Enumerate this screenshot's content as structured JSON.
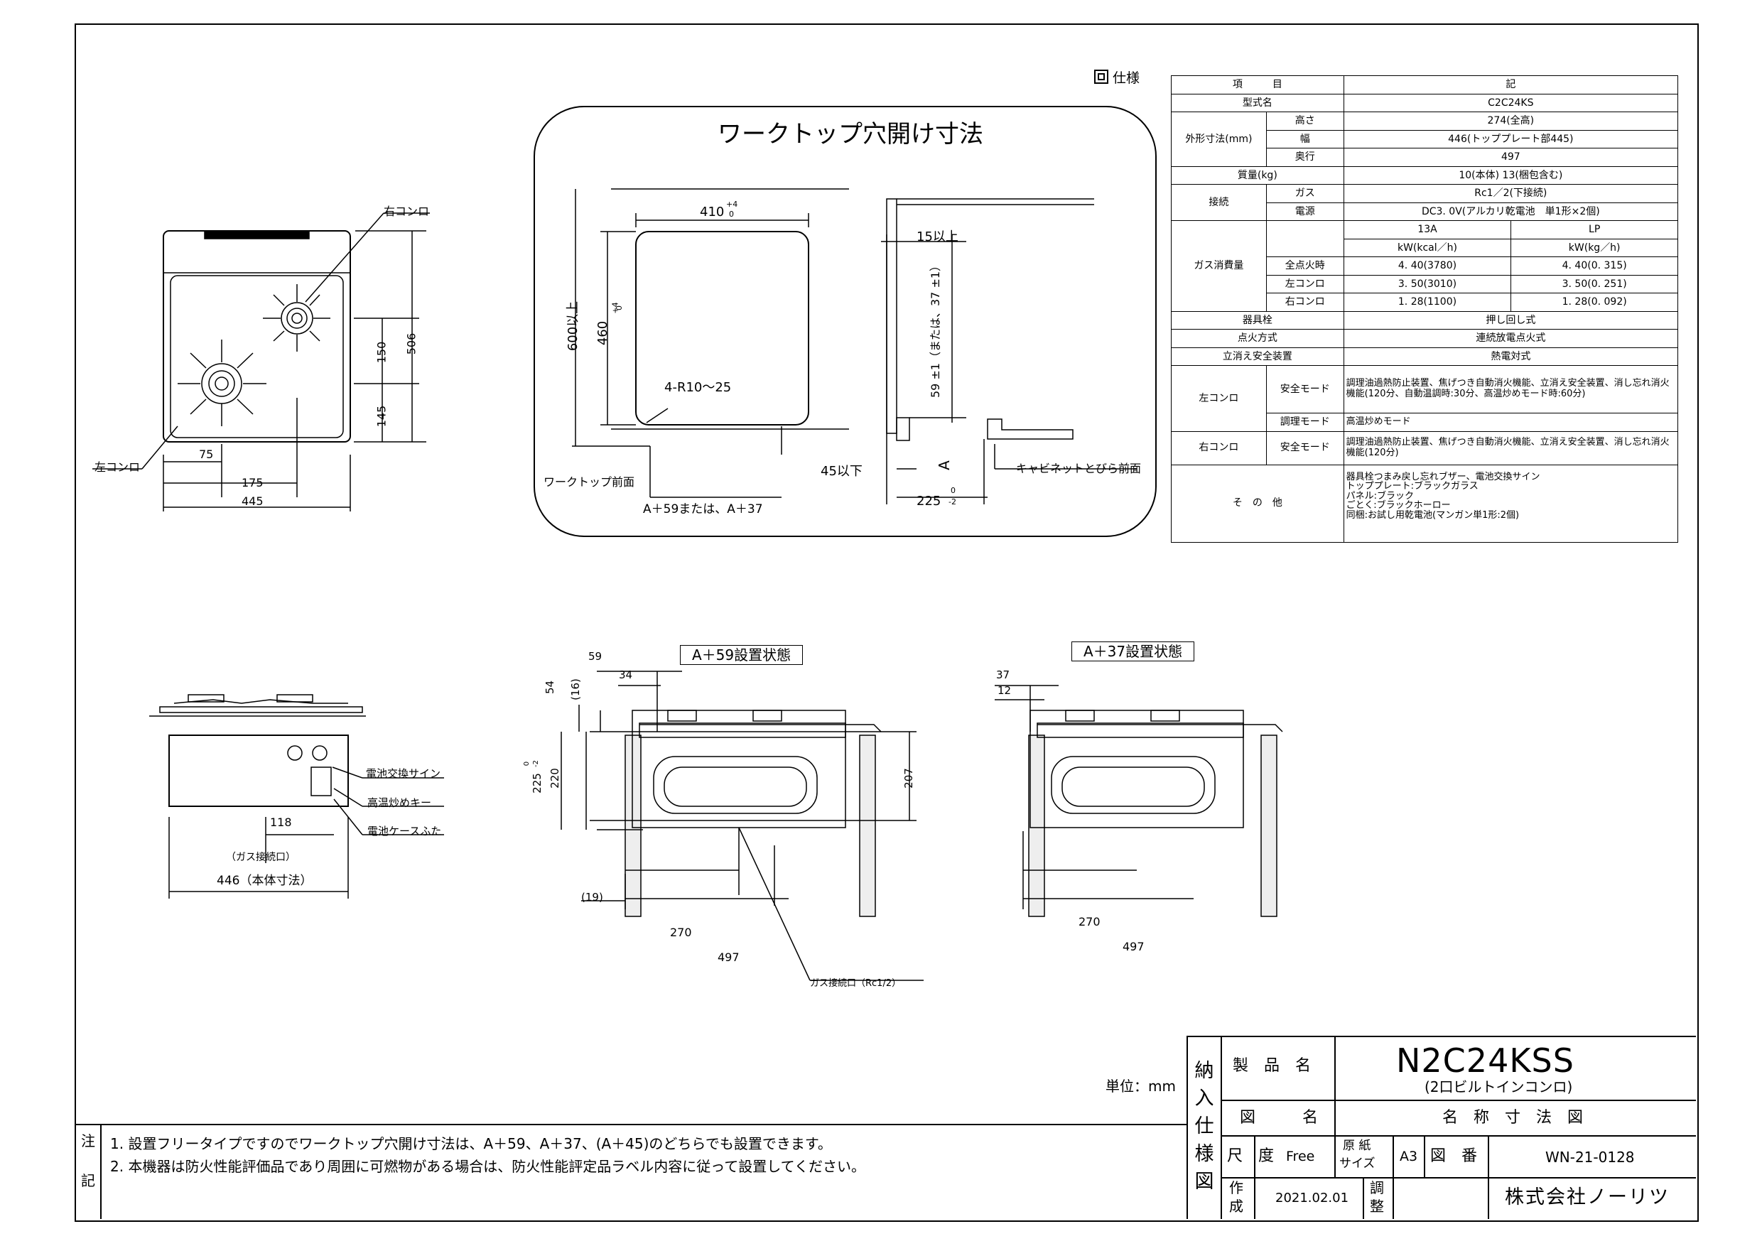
{
  "workhole": {
    "title": "ワークトップ穴開け寸法",
    "dims": {
      "w410": "410",
      "w410_tol_plus": "+4",
      "w410_tol_zero": "0",
      "h600": "600以上",
      "h460": "460",
      "h460_tol_plus": "+4",
      "h460_tol_zero": "0",
      "radius": "4-R10～25",
      "over15": "15以上",
      "side59": "59 ±1（または、37 ±1）",
      "a_mark": "A",
      "under45": "45以下",
      "w225": "225",
      "w225_tol_plus": "0",
      "w225_tol_minus": "-2",
      "front_label": "ワークトップ前面",
      "a_formula": "A＋59または、A＋37",
      "cabinet_label": "キャビネットとびら前面"
    }
  },
  "top_view": {
    "right_burner": "右コンロ",
    "left_burner": "左コンロ",
    "d75": "75",
    "d175": "175",
    "d445": "445",
    "d150": "150",
    "d145": "145",
    "d506": "506"
  },
  "front_view": {
    "battery_sign": "電池交換サイン",
    "high_temp_key": "高温炒めキー",
    "battery_cover": "電池ケースふた",
    "d118": "118",
    "gas_port": "（ガス接続口）",
    "body_size": "446（本体寸法）"
  },
  "side59": {
    "title": "A＋59設置状態",
    "d59": "59",
    "d34": "34",
    "d54": "54",
    "d16": "(16)",
    "d225": "225",
    "d225_tol_plus": "0",
    "d225_tol_minus": "-2",
    "d220": "220",
    "d207": "207",
    "d19": "(19)",
    "d270": "270",
    "d497": "497",
    "gas_port": "ガス接続口（Rc1/2）"
  },
  "side37": {
    "title": "A＋37設置状態",
    "d37": "37",
    "d12": "12",
    "d270": "270",
    "d497": "497"
  },
  "spec": {
    "header": "仕様",
    "col_item": "項　　　目",
    "col_note": "記",
    "rows": {
      "model_label": "型式名",
      "model": "C2C24KS",
      "outer_label": "外形寸法(mm)",
      "h_label": "高さ",
      "h": "274(全高)",
      "w_label": "幅",
      "w": "446(トッププレート部445)",
      "d_label": "奥行",
      "d": "497",
      "mass_label": "質量(kg)",
      "mass": "10(本体)  13(梱包含む)",
      "conn_label": "接続",
      "gas_label": "ガス",
      "gas": "Rc1／2(下接続)",
      "power_label": "電源",
      "power": "DC3. 0V(アルカリ乾電池　単1形×2個)",
      "consump_label": "ガス消費量",
      "c13a": "13A",
      "clp": "LP",
      "u13a": "kW(kcal／h)",
      "ulp": "kW(kg／h)",
      "all_label": "全点火時",
      "all13a": "4. 40(3780)",
      "alllp": "4. 40(0. 315)",
      "left_label": "左コンロ",
      "left13a": "3. 50(3010)",
      "leftlp": "3. 50(0. 251)",
      "right_label": "右コンロ",
      "right13a": "1. 28(1100)",
      "rightlp": "1. 28(0. 092)",
      "valve_label": "器具栓",
      "valve": "押し回し式",
      "ign_label": "点火方式",
      "ign": "連続放電点火式",
      "safety_label": "立消え安全装置",
      "safety": "熱電対式",
      "lc_label": "左コンロ",
      "safemode_label": "安全モード",
      "lc_safe": "調理油過熱防止装置、焦げつき自動消火機能、立消え安全装置、消し忘れ消火機能(120分、自動温調時:30分、高温炒めモード時:60分)",
      "cookmode_label": "調理モード",
      "lc_cook": "高温炒めモード",
      "rc_label": "右コンロ",
      "rc_safe": "調理油過熱防止装置、焦げつき自動消火機能、立消え安全装置、消し忘れ消火機能(120分)",
      "other_label": "そ　の　他",
      "other": [
        "器具栓つまみ戻し忘れブザー、電池交換サイン",
        "トッププレート:ブラックガラス",
        "パネル:ブラック",
        "ごとく:ブラックホーロー",
        "同梱:お試し用乾電池(マンガン単1形:2個)"
      ]
    }
  },
  "units": "単位：mm",
  "notes": {
    "label1": "注",
    "label2": "記",
    "n1": "1. 設置フリータイプですのでワークトップ穴開け寸法は、A＋59、A＋37、(A＋45)のどちらでも設置できます。",
    "n2": "2. 本機器は防火性能評価品であり周囲に可燃物がある場合は、防火性能評定品ラベル内容に従って設置してください。"
  },
  "titleblock": {
    "side": [
      "納",
      "入",
      "仕",
      "様",
      "図"
    ],
    "product_label": "製　品　名",
    "product": "N2C24KSS",
    "product_sub": "(2口ビルトインコンロ)",
    "drawing_label": "図　　　名",
    "drawing": "名　称　寸　法　図",
    "scale_label": "尺　度",
    "scale": "Free",
    "paper_label1": "原 紙",
    "paper_label2": "サイズ",
    "paper": "A3",
    "no_label": "図　番",
    "no": "WN-21-0128",
    "made_label1": "作",
    "made_label2": "成",
    "date": "2021.02.01",
    "check_label1": "調",
    "check_label2": "整",
    "company": "株式会社ノーリツ"
  }
}
